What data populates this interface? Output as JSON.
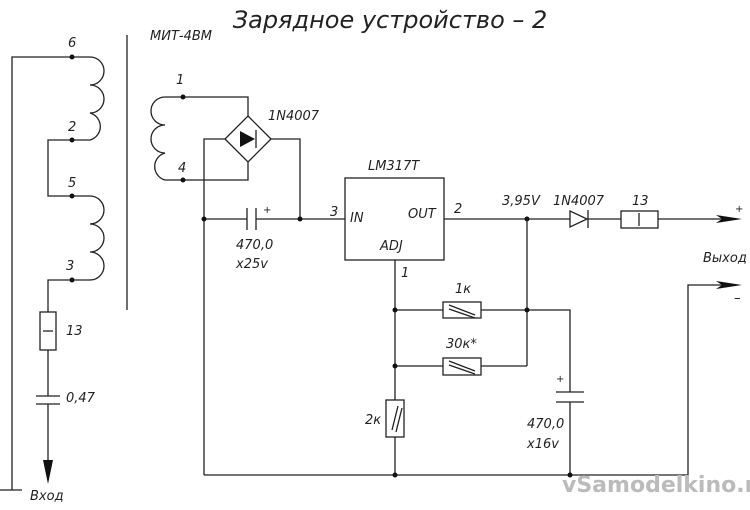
{
  "title": "Зарядное устройство – 2",
  "transformer": {
    "name": "МИТ-4ВМ",
    "pins": [
      "6",
      "2",
      "5",
      "3",
      "1",
      "4"
    ]
  },
  "bridge": {
    "label": "1N4007"
  },
  "cap_in": {
    "value": "470,0",
    "voltage": "x25v",
    "polarity": "+"
  },
  "regulator": {
    "name": "LM317T",
    "in_label": "IN",
    "out_label": "OUT",
    "adj_label": "ADJ",
    "pin_in": "3",
    "pin_out": "2",
    "pin_adj": "1"
  },
  "output_voltage": "3,95V",
  "diode_out": {
    "label": "1N4007"
  },
  "lamp_out": {
    "label": "13"
  },
  "r1": {
    "label": "1к"
  },
  "r2": {
    "label": "30к*"
  },
  "r3": {
    "label": "2к"
  },
  "cap_out": {
    "value": "470,0",
    "voltage": "x16v",
    "polarity": "+"
  },
  "output": {
    "label": "Выход",
    "plus": "+",
    "minus": "–"
  },
  "input": {
    "label": "Вход",
    "lamp": "13",
    "cap": "0,47"
  },
  "watermark": "vSamodelkino.ru"
}
